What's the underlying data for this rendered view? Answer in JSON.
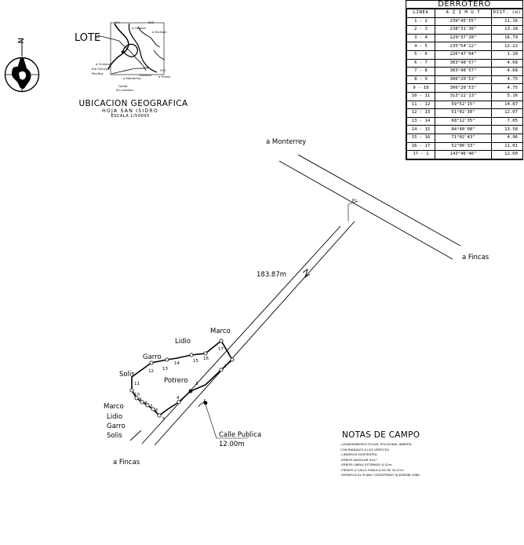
{
  "derrotero": {
    "title": "DERROTERO",
    "headers": [
      "LINEA",
      "A Z I M U T",
      "DIST. (m)"
    ],
    "rows": [
      [
        "1 - 2",
        "239°45'55\"",
        "11.16"
      ],
      [
        "2 - 3",
        "238°31'36\"",
        "13.18"
      ],
      [
        "3 - 4",
        "229°37'20\"",
        "16.79"
      ],
      [
        "4 - 5",
        "235°54'12\"",
        "12.22"
      ],
      [
        "5 - 6",
        "226°47'04\"",
        "1.10"
      ],
      [
        "6 - 7",
        "303°48'57\"",
        "4.68"
      ],
      [
        "7 - 8",
        "303°48'57\"",
        "4.68"
      ],
      [
        "8 - 9",
        "306°20'53\"",
        "4.75"
      ],
      [
        "9 - 10",
        "306°20'53\"",
        "4.75"
      ],
      [
        "10 - 11",
        "313°22'13\"",
        "5.16"
      ],
      [
        "11 - 12",
        "59°52'15\"",
        "14.87"
      ],
      [
        "12 - 13",
        "51°02'30\"",
        "12.07"
      ],
      [
        "13 - 14",
        "68°12'35\"",
        "7.05"
      ],
      [
        "14 - 15",
        "84°40'08\"",
        "13.58"
      ],
      [
        "15 - 16",
        "71°02'43\"",
        "4.96"
      ],
      [
        "16 - 17",
        "52°06'33\"",
        "11.01"
      ],
      [
        "17 - 1",
        "143°46'46\"",
        "12.60"
      ]
    ]
  },
  "location": {
    "lote_label": "LOTE",
    "title": "UBICACION GEOGRAFICA",
    "sheet": "HOJA SAN ISIDRO",
    "scale": "ESCALA 1/50000",
    "map_labels": {
      "n504": "504",
      "n505": "505",
      "n576": "576",
      "canaan": "a Canaan",
      "division": "a Division",
      "chimirol": "a Chimirol",
      "rio_chirripo": "Rio Chirripo",
      "pacifico": "Pacifico",
      "monterrey": "a Monterrey",
      "fincas": "a Fincas",
      "division_town": "Division",
      "quebr": "Quebr.",
      "sin_nombre": "Sin nombre"
    }
  },
  "compass": {
    "north_letter": "N"
  },
  "plan": {
    "to_monterrey": "a Monterrey",
    "to_fincas_right": "a Fincas",
    "to_fincas_left": "a Fincas",
    "pi_label": "P.I.",
    "distance": "183.87m",
    "street_label": "Calle Publica",
    "street_width": "12.00m",
    "lot_label": "Potrero",
    "neighbors": {
      "marco_top": "Marco",
      "lidio_top": "Lidio",
      "garro_top": "Garro",
      "solis_left": "Solis",
      "marco_bottom": "Marco",
      "lidio_bottom": "Lidio",
      "garro_bottom": "Garro",
      "solis_bottom": "Solis"
    },
    "vertex_labels": {
      "v1": "1",
      "v2": "2",
      "v3": "3",
      "v4": "4",
      "v5": "5",
      "v6": "6",
      "v7": "7",
      "v8": "8",
      "v9": "9",
      "v10": "10",
      "v11": "11",
      "v12": "12",
      "v13": "13",
      "v14": "14",
      "v15": "15",
      "v16": "16",
      "v17": "17"
    }
  },
  "notes": {
    "title": "NOTAS DE CAMPO",
    "lines": [
      "-LEVANTAMIENTO POLAR, POLIGONAL ABIERTA",
      " CON RADIALES A LOS VERTICES",
      "-LINDEROS EXISTENTES.",
      "-ERROR ANGULAR 0'01\"",
      "-ERROR LINEAL ESTIMADO 0.01m.",
      "-FRENTE A CALLE PUBLICA ES DE 54.27m",
      "-MODIFICA AL PLANO CATASTRADO SJ-638506-1986"
    ]
  }
}
